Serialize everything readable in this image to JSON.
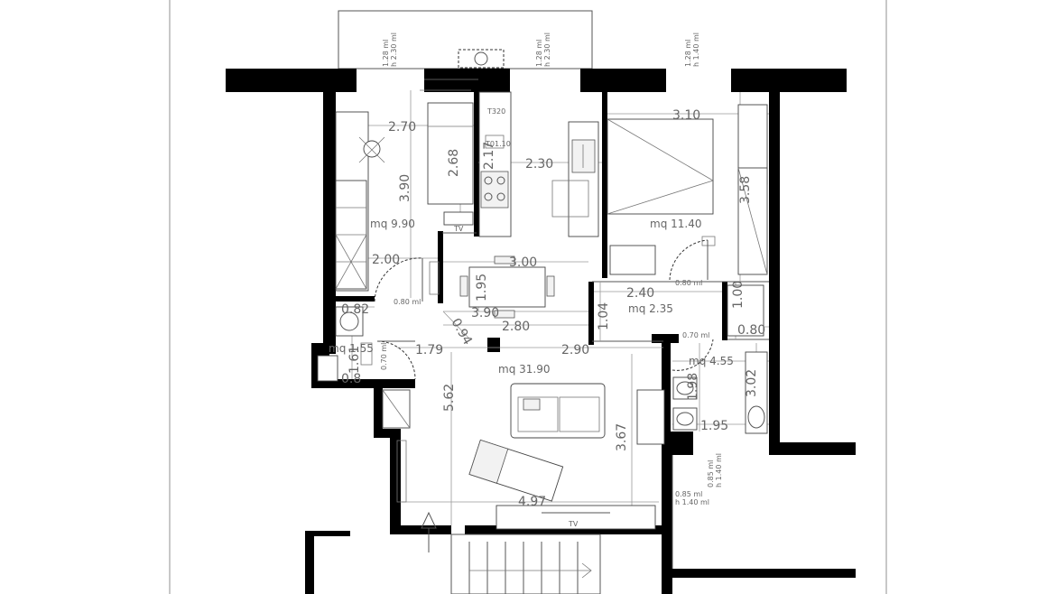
{
  "rooms": {
    "study": {
      "area": "mq 9.90",
      "w": "2.70",
      "h": "3.90",
      "inner_h": "2.68",
      "door_w": "2.00",
      "door_opening": "0.80 ml"
    },
    "kitchen": {
      "w": "2.30",
      "h": "2.17"
    },
    "bedroom": {
      "area": "mq 11.40",
      "w": "3.10",
      "h": "3.58",
      "door_opening": "0.80 ml"
    },
    "living": {
      "area": "mq 31.90",
      "w": "2.90",
      "w_left": "1.79",
      "h": "5.62",
      "h_right": "3.67",
      "bottom_w": "4.97",
      "table_w": "3.00",
      "table_h": "1.95",
      "d1": "3.90",
      "d2": "2.80",
      "d3": "0.94",
      "d4": "1.04",
      "tv1": "TV",
      "tv2": "TV"
    },
    "closet": {
      "area": "mq 2.35",
      "w": "2.40",
      "w2": "0.80",
      "h": "1.00",
      "door_opening": "0.70 ml"
    },
    "bath_small": {
      "area": "mq 1.55",
      "w": "0.82",
      "h": "1.61",
      "h2": "0.8",
      "door_opening": "0.70 ml"
    },
    "bath": {
      "area": "mq 4.55",
      "h": "1.98",
      "w": "1.95",
      "h2": "3.02"
    }
  },
  "windows": [
    {
      "w": "1.28 ml",
      "h": "h 2.30 ml"
    },
    {
      "w": "1.28 ml",
      "h": "h 2.30 ml"
    },
    {
      "w": "1.28 ml",
      "h": "h 1.40 ml"
    },
    {
      "w": "0.85 ml",
      "h": "h 1.40 ml"
    },
    {
      "w": "0.85 ml",
      "h": "h 1.40 ml"
    }
  ],
  "kitchen_labels": {
    "a": "T320",
    "b": "T01.10"
  }
}
